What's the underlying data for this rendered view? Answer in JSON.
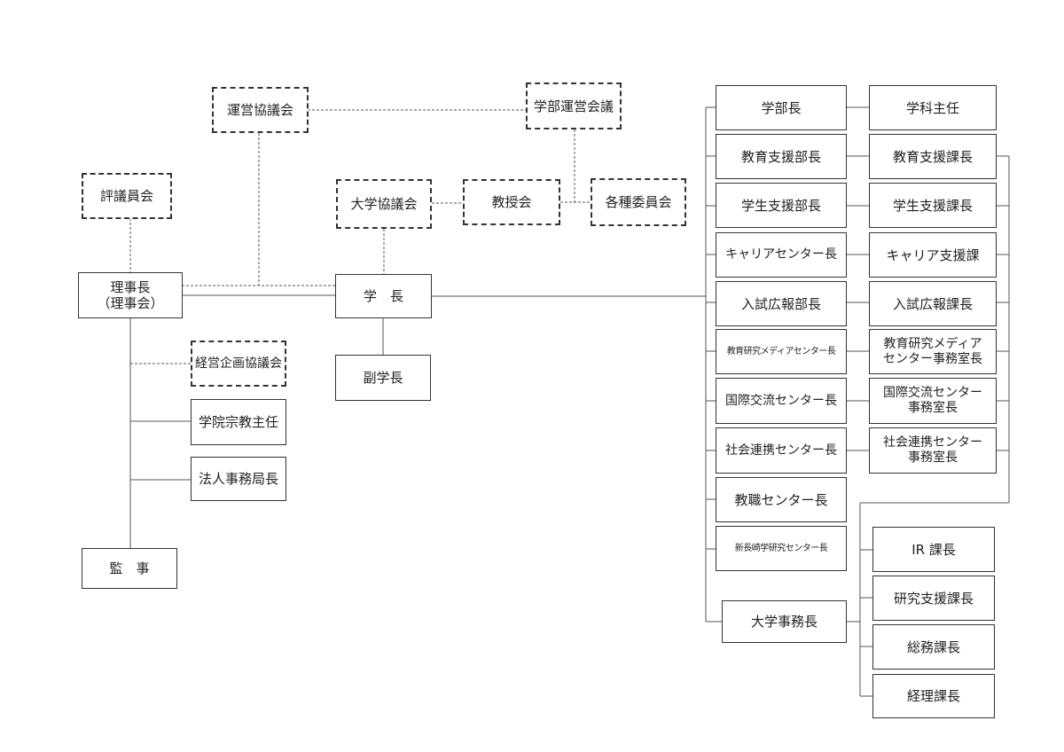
{
  "governance": {
    "board_chair": "理事長\n（理事会）",
    "councillors": "評議員会",
    "operation_council": "運営協議会",
    "mgmt_planning_council": "経営企画協議会",
    "chaplain": "学院宗教主任",
    "corporate_secretary": "法人事務局長",
    "auditor": "監　事"
  },
  "academic": {
    "president": "学　長",
    "vice_president": "副学長",
    "university_council": "大学協議会",
    "faculty_meeting": "教授会",
    "faculty_operation_council": "学部運営会議",
    "committees": "各種委員会"
  },
  "departments": {
    "left": [
      "学部長",
      "教育支援部長",
      "学生支援部長",
      "キャリアセンター長",
      "入試広報部長",
      "教育研究メディアセンター長",
      "国際交流センター長",
      "社会連携センター長",
      "教職センター長",
      "新長崎学研究センター長",
      "大学事務長"
    ],
    "right": [
      "学科主任",
      "教育支援課長",
      "学生支援課長",
      "キャリア支援課",
      "入試広報課長",
      "教育研究メディア\nセンター事務室長",
      "国際交流センター\n事務室長",
      "社会連携センター\n事務室長"
    ],
    "office": [
      "IR 課長",
      "研究支援課長",
      "総務課長",
      "経理課長"
    ]
  }
}
